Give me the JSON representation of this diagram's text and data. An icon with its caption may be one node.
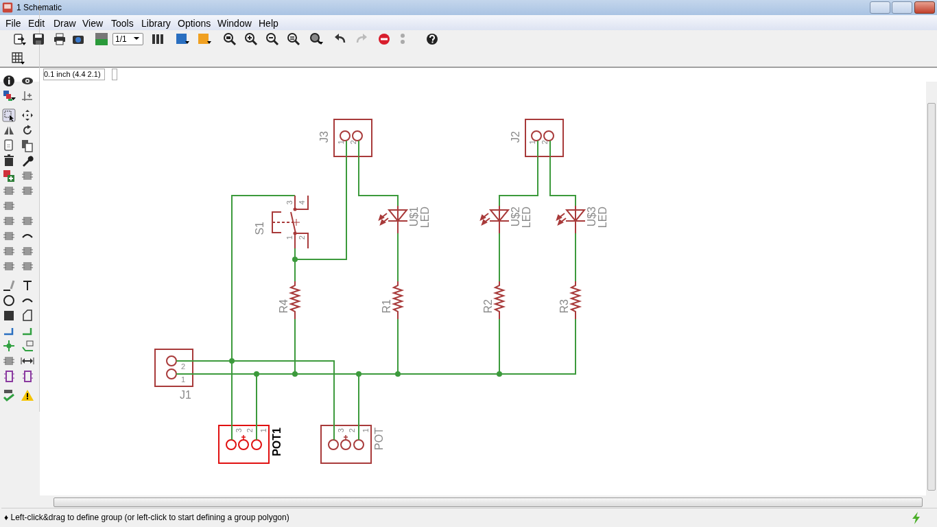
{
  "diagram": {
    "title": "1 Schematic",
    "nodes": [
      {
        "text": [
          "J3",
          "1",
          "2"
        ]
      },
      {
        "text": [
          "J2",
          "1",
          "2"
        ]
      },
      {
        "text": [
          "3",
          "4",
          "S1",
          "1",
          "2"
        ]
      },
      {
        "text": [
          "U$1",
          "LED"
        ]
      },
      {
        "text": [
          "U$2",
          "LED"
        ]
      },
      {
        "text": [
          "U$3",
          "LED"
        ]
      },
      {
        "text": [
          "R4"
        ]
      },
      {
        "text": [
          "R1"
        ]
      },
      {
        "text": [
          "R2"
        ]
      },
      {
        "text": [
          "R3"
        ]
      },
      {
        "text": [
          "2",
          "1",
          "J1"
        ]
      },
      {
        "text": [
          "3",
          "2",
          "1",
          "POT1"
        ]
      },
      {
        "text": [
          "3",
          "2",
          "1",
          "POT"
        ]
      }
    ],
    "edges": [
      {
        "from": 0,
        "to": 3,
        "arrow": "none"
      },
      {
        "from": 0,
        "to": 6,
        "arrow": "none"
      },
      {
        "from": 2,
        "to": 6,
        "arrow": "none"
      },
      {
        "from": 1,
        "to": 4,
        "arrow": "none"
      },
      {
        "from": 1,
        "to": 5,
        "arrow": "none"
      },
      {
        "from": 3,
        "to": 7,
        "arrow": "none"
      },
      {
        "from": 4,
        "to": 8,
        "arrow": "none"
      },
      {
        "from": 5,
        "to": 9,
        "arrow": "none"
      },
      {
        "from": 2,
        "to": 11,
        "arrow": "none"
      },
      {
        "from": 10,
        "to": 11,
        "arrow": "none"
      },
      {
        "from": 10,
        "to": 12,
        "arrow": "none"
      },
      {
        "from": 10,
        "to": 6,
        "arrow": "none"
      },
      {
        "from": 10,
        "to": 7,
        "arrow": "none"
      },
      {
        "from": 10,
        "to": 8,
        "arrow": "none"
      },
      {
        "from": 10,
        "to": 9,
        "arrow": "none"
      },
      {
        "from": 10,
        "to": 11,
        "arrow": "none"
      },
      {
        "from": 10,
        "to": 12,
        "arrow": "none"
      }
    ],
    "labels": [
      "File",
      "Edit",
      "Draw",
      "View",
      "Tools",
      "Library",
      "Options",
      "Window",
      "Help",
      "1/1",
      "0.1 inch (4.4 2.1)",
      "♦ Left-click&drag to define group (or left-click to start defining a group polygon)"
    ]
  }
}
